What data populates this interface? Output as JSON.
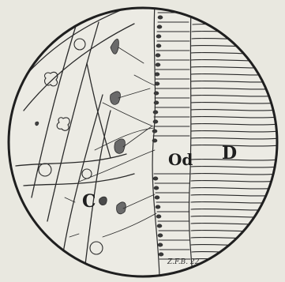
{
  "figure": {
    "background_color": "#e9e8e0",
    "field_color": "#ecebe4",
    "ink_color": "#2a2a2a",
    "labels": {
      "c": "C",
      "od": "Od",
      "d": "D"
    },
    "signature": "Z.F.B. 22",
    "icons": [
      "microscope-field"
    ]
  }
}
